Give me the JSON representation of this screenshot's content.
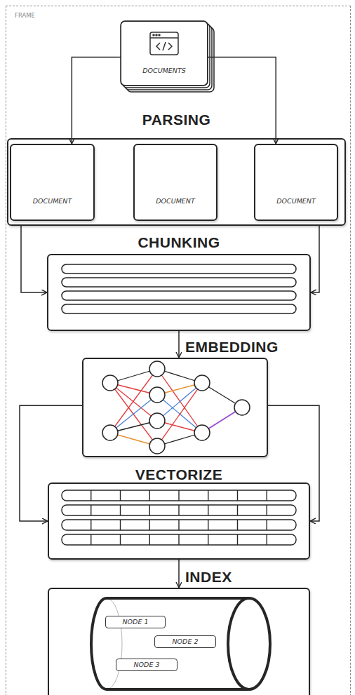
{
  "diagram": {
    "nodes": [
      {
        "text": [
          "FRAME"
        ]
      },
      {
        "text": [
          "DOCUMENTS"
        ],
        "in": 0
      },
      {
        "text": [
          "PARSING"
        ],
        "in": 0
      },
      {
        "text": [
          "DOCUMENT"
        ],
        "in": 2
      },
      {
        "text": [
          "DOCUMENT"
        ],
        "in": 2
      },
      {
        "text": [
          "DOCUMENT"
        ],
        "in": 2
      },
      {
        "text": [
          "CHUNKING"
        ],
        "in": 0
      },
      {
        "text": [
          "EMBEDDING"
        ],
        "in": 0
      },
      {
        "text": [
          "VECTORIZE"
        ],
        "in": 0
      },
      {
        "text": [
          "INDEX"
        ],
        "in": 0
      },
      {
        "text": [
          "NODE 1"
        ],
        "in": 9
      },
      {
        "text": [
          "NODE 2"
        ],
        "in": 9
      },
      {
        "text": [
          "NODE 3"
        ],
        "in": 9
      }
    ],
    "edges": [
      {
        "from": 1,
        "to": 3,
        "arrow": "to"
      },
      {
        "from": 1,
        "to": 5,
        "arrow": "to"
      },
      {
        "from": 2,
        "to": 6,
        "arrow": "to"
      },
      {
        "from": 2,
        "to": 6,
        "arrow": "to"
      },
      {
        "from": 6,
        "to": 7,
        "arrow": "to"
      },
      {
        "from": 7,
        "to": 8,
        "arrow": "to"
      },
      {
        "from": 7,
        "to": 8,
        "arrow": "to"
      },
      {
        "from": 8,
        "to": 9,
        "arrow": "to"
      }
    ]
  }
}
